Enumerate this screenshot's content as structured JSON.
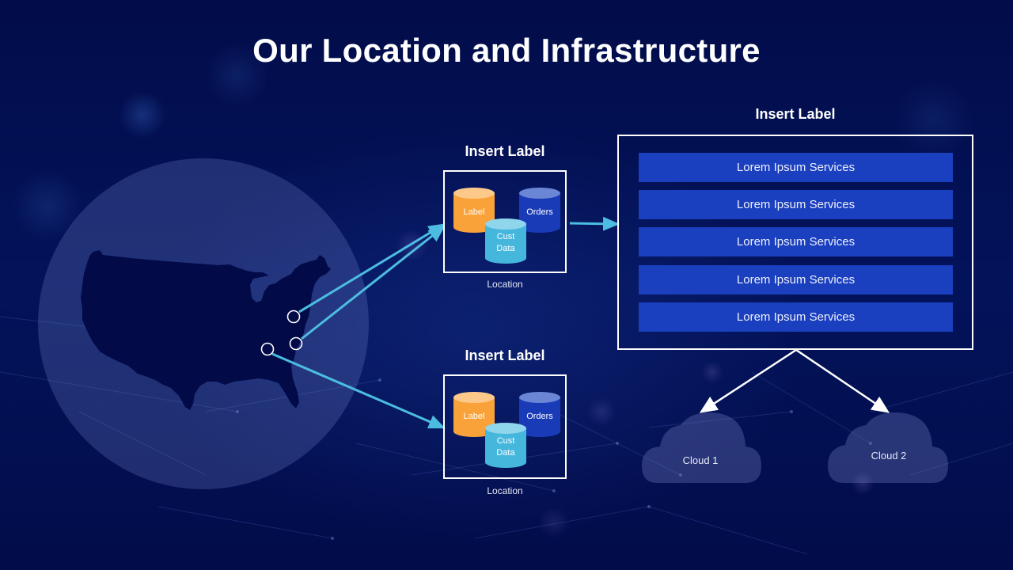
{
  "title": "Our Location and Infrastructure",
  "colors": {
    "background": "#020c4a",
    "connector": "#4cbde0",
    "service_bar": "#1a3fbf",
    "cylinder_orange": "#f9a23a",
    "cylinder_blue": "#1a3bb8",
    "cylinder_light_blue": "#45b6dc"
  },
  "map": {
    "region": "United States",
    "markers": [
      {
        "name": "marker-northeast"
      },
      {
        "name": "marker-mid-atlantic"
      },
      {
        "name": "marker-southeast"
      }
    ]
  },
  "locations": [
    {
      "label": "Insert Label",
      "caption": "Location",
      "databases": [
        {
          "name": "label-db",
          "text": "Label",
          "color": "orange"
        },
        {
          "name": "orders-db",
          "text": "Orders",
          "color": "blue"
        },
        {
          "name": "cust-data-db",
          "text_line1": "Cust",
          "text_line2": "Data",
          "color": "light-blue"
        }
      ]
    },
    {
      "label": "Insert Label",
      "caption": "Location",
      "databases": [
        {
          "name": "label-db",
          "text": "Label",
          "color": "orange"
        },
        {
          "name": "orders-db",
          "text": "Orders",
          "color": "blue"
        },
        {
          "name": "cust-data-db",
          "text_line1": "Cust",
          "text_line2": "Data",
          "color": "light-blue"
        }
      ]
    }
  ],
  "services": {
    "label": "Insert Label",
    "items": [
      "Lorem Ipsum Services",
      "Lorem Ipsum Services",
      "Lorem Ipsum Services",
      "Lorem Ipsum Services",
      "Lorem Ipsum Services"
    ]
  },
  "clouds": [
    {
      "label": "Cloud 1"
    },
    {
      "label": "Cloud 2"
    }
  ]
}
